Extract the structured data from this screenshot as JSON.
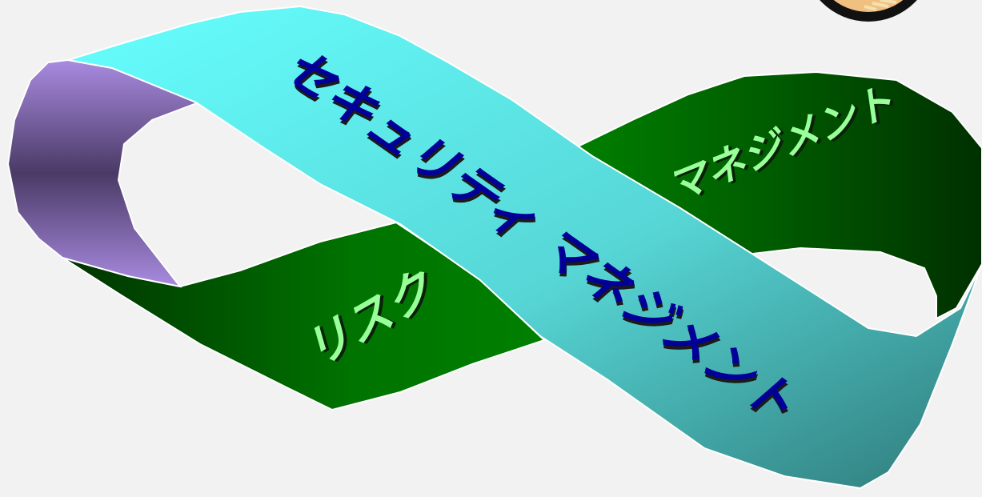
{
  "diagram": {
    "labels": {
      "main_ribbon_text": "セキュリティ マネジメント",
      "left_lower_text": "リスク",
      "right_upper_text": "マネジメント"
    },
    "colors": {
      "background": "#f2f2f2",
      "cyan_ribbon_light": "#66ffff",
      "cyan_ribbon_dark": "#2f7a7a",
      "green_ribbon_light": "#008000",
      "green_ribbon_dark": "#003300",
      "purple_fold_light": "#a98be0",
      "purple_fold_dark": "#4a3a66",
      "main_text": "#000099",
      "green_text": "#99ff99"
    },
    "decoration": {
      "corner_icon": "partial-circle-icon"
    }
  }
}
